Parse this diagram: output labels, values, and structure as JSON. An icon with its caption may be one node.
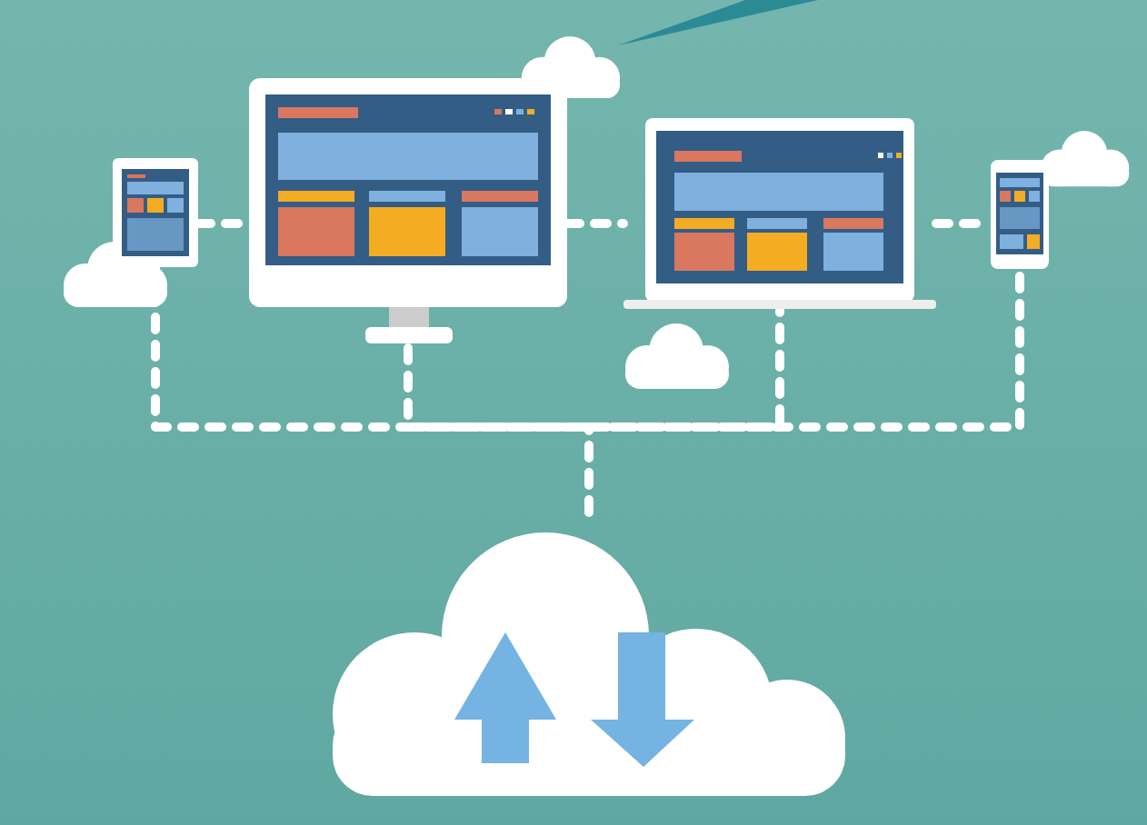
{
  "diagram": {
    "nodes": [
      {
        "text": [],
        "shape": "triangle"
      },
      {
        "text": [],
        "shape": "picture"
      },
      {
        "text": [],
        "shape": "picture"
      },
      {
        "text": [],
        "shape": "picture"
      },
      {
        "text": [],
        "shape": "picture"
      },
      {
        "text": [],
        "shape": "cloud"
      }
    ],
    "edges": [
      {
        "from": 1,
        "to": 2,
        "arrow": "none",
        "style": "dashed"
      },
      {
        "from": 2,
        "to": 3,
        "arrow": "none",
        "style": "dashed"
      },
      {
        "from": 3,
        "to": 4,
        "arrow": "none",
        "style": "dashed"
      },
      {
        "from": 1,
        "to": 5,
        "arrow": "none",
        "style": "dashed"
      },
      {
        "from": 2,
        "to": 5,
        "arrow": "none",
        "style": "dashed"
      },
      {
        "from": 3,
        "to": 5,
        "arrow": "none",
        "style": "dashed"
      },
      {
        "from": 4,
        "to": 5,
        "arrow": "none",
        "style": "dashed"
      }
    ]
  }
}
